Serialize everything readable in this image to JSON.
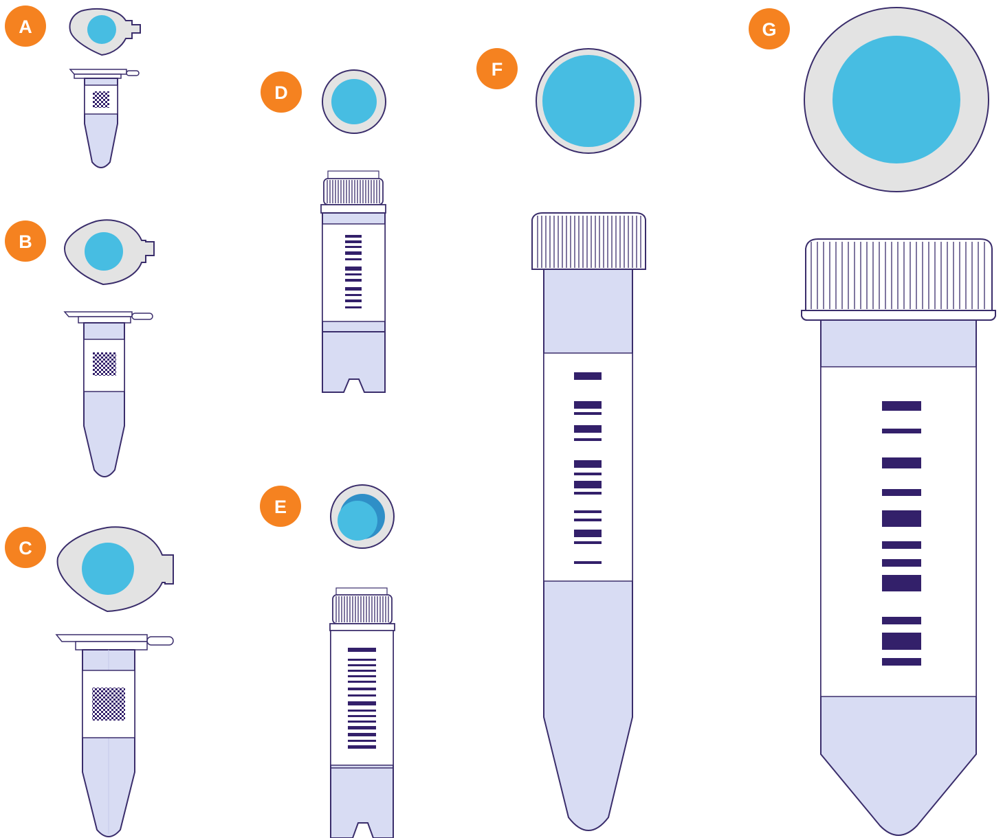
{
  "colors": {
    "badge": "#f58220",
    "badge_text": "#ffffff",
    "outline": "#3a2d6b",
    "cap_gray": "#e3e3e3",
    "liquid_blue": "#47bde2",
    "liquid_blue_dark": "#2f8fc7",
    "tube_fill": "#d8dcf3",
    "label_white": "#ffffff",
    "barcode": "#33206a"
  },
  "items": [
    {
      "key": "A",
      "label": "A",
      "kind": "microtube-small"
    },
    {
      "key": "B",
      "label": "B",
      "kind": "microtube-medium"
    },
    {
      "key": "C",
      "label": "C",
      "kind": "microtube-large"
    },
    {
      "key": "D",
      "label": "D",
      "kind": "cryovial"
    },
    {
      "key": "E",
      "label": "E",
      "kind": "cryovial-2d"
    },
    {
      "key": "F",
      "label": "F",
      "kind": "conical-15ml"
    },
    {
      "key": "G",
      "label": "G",
      "kind": "conical-50ml"
    }
  ]
}
